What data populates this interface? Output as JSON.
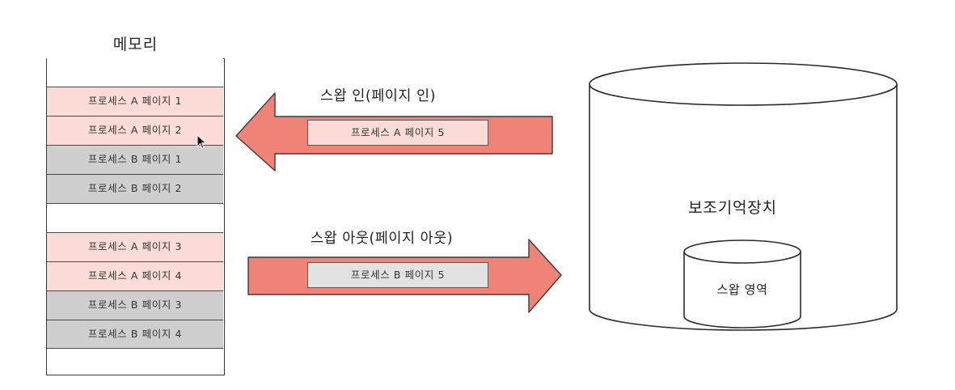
{
  "memory": {
    "title": "메모리",
    "rows": [
      {
        "label": "",
        "kind": "empty"
      },
      {
        "label": "프로세스 A 페이지 1",
        "kind": "a"
      },
      {
        "label": "프로세스 A 페이지 2",
        "kind": "a"
      },
      {
        "label": "프로세스 B 페이지 1",
        "kind": "b"
      },
      {
        "label": "프로세스 B 페이지 2",
        "kind": "b"
      },
      {
        "label": "",
        "kind": "empty"
      },
      {
        "label": "프로세스 A 페이지 3",
        "kind": "a"
      },
      {
        "label": "프로세스 A 페이지 4",
        "kind": "a"
      },
      {
        "label": "프로세스 B 페이지 3",
        "kind": "b"
      },
      {
        "label": "프로세스 B 페이지 4",
        "kind": "b"
      },
      {
        "label": "",
        "kind": "empty"
      }
    ]
  },
  "swap_in": {
    "caption": "스왑 인(페이지 인)",
    "box_label": "프로세스 A 페이지 5",
    "direction": "left"
  },
  "swap_out": {
    "caption": "스왑 아웃(페이지 아웃)",
    "box_label": "프로세스 B 페이지 5",
    "direction": "right"
  },
  "storage": {
    "label": "보조기억장치",
    "swap_area_label": "스왑 영역"
  },
  "colors": {
    "process_a": "#fcdcd6",
    "process_b": "#cfcfcf",
    "arrow_fill": "#f08378",
    "outline": "#2a2a2a"
  }
}
